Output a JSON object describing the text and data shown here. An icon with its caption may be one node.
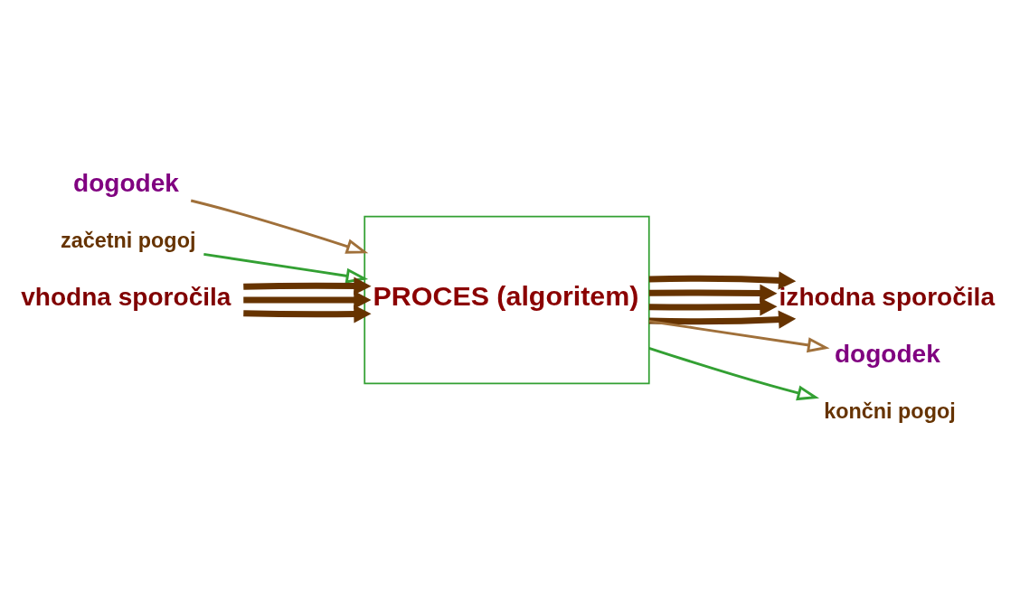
{
  "diagram": {
    "nodes": [
      {
        "text": [
          "PROCES (algoritem)"
        ]
      },
      {
        "text": [
          "dogodek"
        ]
      },
      {
        "text": [
          "začetni pogoj"
        ]
      },
      {
        "text": [
          "vhodna sporočila"
        ]
      },
      {
        "text": [
          "izhodna sporočila"
        ]
      },
      {
        "text": [
          "dogodek"
        ]
      },
      {
        "text": [
          "končni pogoj"
        ]
      }
    ],
    "edges": [
      {
        "from": 1,
        "to": 0,
        "arrow": "to",
        "color": "#a0703a"
      },
      {
        "from": 2,
        "to": 0,
        "arrow": "to",
        "color": "#33a033"
      },
      {
        "from": 3,
        "to": 0,
        "arrow": "to"
      },
      {
        "from": 3,
        "to": 0,
        "arrow": "to"
      },
      {
        "from": 3,
        "to": 0,
        "arrow": "to"
      },
      {
        "from": 0,
        "to": 4,
        "arrow": "to"
      },
      {
        "from": 0,
        "to": 4,
        "arrow": "to"
      },
      {
        "from": 0,
        "to": 4,
        "arrow": "to"
      },
      {
        "from": 0,
        "to": 4,
        "arrow": "to"
      },
      {
        "from": 0,
        "to": 5,
        "arrow": "to",
        "color": "#a0703a"
      },
      {
        "from": 0,
        "to": 6,
        "arrow": "to",
        "color": "#33a033"
      }
    ]
  }
}
